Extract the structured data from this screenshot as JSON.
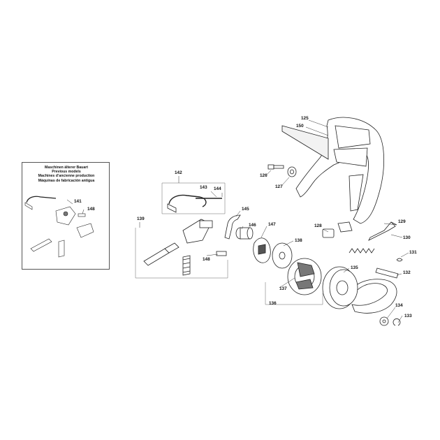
{
  "inset": {
    "title_de": "Maschinen älterer Bauart",
    "title_en": "Previous models",
    "title_fr": "Machines d’ancienne production",
    "title_es": "Máquinas de fabricación antigua"
  },
  "labels": {
    "p125": "125",
    "p126": "126",
    "p127": "127",
    "p128": "128",
    "p129": "129",
    "p130": "130",
    "p131": "131",
    "p132": "132",
    "p133": "133",
    "p134": "134",
    "p135": "135",
    "p136": "136",
    "p137": "137",
    "p138": "138",
    "p139": "139",
    "p141": "141",
    "p142": "142",
    "p143": "143",
    "p144": "144",
    "p145": "145",
    "p146": "146",
    "p147": "147",
    "p148a": "148",
    "p148b": "148",
    "p150": "150"
  }
}
